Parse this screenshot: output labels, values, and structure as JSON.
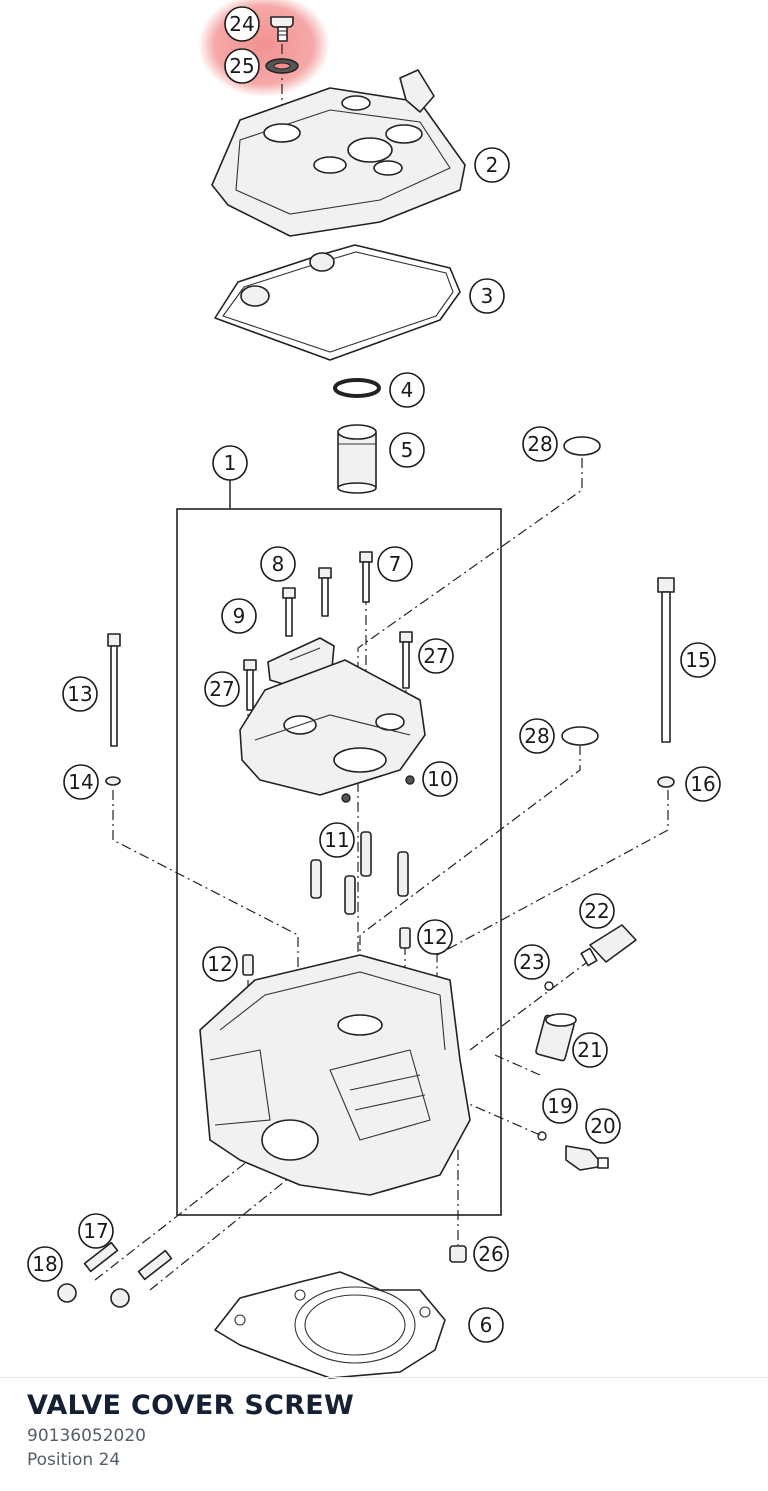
{
  "highlight_color": "#f28b8b",
  "callouts": [
    {
      "id": "24",
      "label": "24"
    },
    {
      "id": "25",
      "label": "25"
    },
    {
      "id": "2",
      "label": "2"
    },
    {
      "id": "3",
      "label": "3"
    },
    {
      "id": "4",
      "label": "4"
    },
    {
      "id": "5",
      "label": "5"
    },
    {
      "id": "1",
      "label": "1"
    },
    {
      "id": "28a",
      "label": "28"
    },
    {
      "id": "8",
      "label": "8"
    },
    {
      "id": "7",
      "label": "7"
    },
    {
      "id": "9",
      "label": "9"
    },
    {
      "id": "27a",
      "label": "27"
    },
    {
      "id": "27b",
      "label": "27"
    },
    {
      "id": "13",
      "label": "13"
    },
    {
      "id": "15",
      "label": "15"
    },
    {
      "id": "14",
      "label": "14"
    },
    {
      "id": "16",
      "label": "16"
    },
    {
      "id": "28b",
      "label": "28"
    },
    {
      "id": "10",
      "label": "10"
    },
    {
      "id": "11",
      "label": "11"
    },
    {
      "id": "22",
      "label": "22"
    },
    {
      "id": "12a",
      "label": "12"
    },
    {
      "id": "12b",
      "label": "12"
    },
    {
      "id": "23",
      "label": "23"
    },
    {
      "id": "21",
      "label": "21"
    },
    {
      "id": "19",
      "label": "19"
    },
    {
      "id": "20",
      "label": "20"
    },
    {
      "id": "17",
      "label": "17"
    },
    {
      "id": "18",
      "label": "18"
    },
    {
      "id": "26",
      "label": "26"
    },
    {
      "id": "6",
      "label": "6"
    }
  ],
  "selected_part": {
    "name": "VALVE COVER SCREW",
    "number": "90136052020",
    "position": "Position 24"
  }
}
